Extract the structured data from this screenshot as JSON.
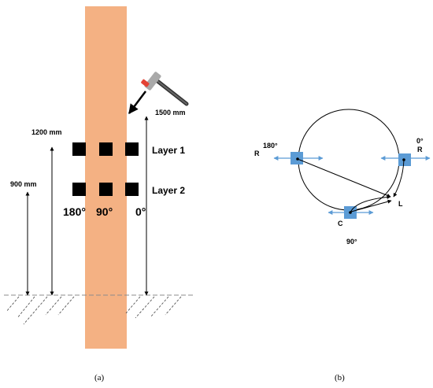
{
  "panel_a": {
    "dimension_1500": "1500 mm",
    "dimension_1200": "1200 mm",
    "dimension_900": "900 mm",
    "layer_1": "Layer 1",
    "layer_2": "Layer 2",
    "angle_180": "180°",
    "angle_90": "90°",
    "angle_0": "0°",
    "caption": "(a)",
    "colors": {
      "pile": "#f4b183",
      "sensor": "#000000",
      "ground": "#8c8c8c"
    },
    "icons": [
      "hammer-icon"
    ]
  },
  "panel_b": {
    "label_180": "180°",
    "label_R_left": "R",
    "label_0": "0°",
    "label_R_right": "R",
    "label_L": "L",
    "label_C": "C",
    "label_90": "90°",
    "caption": "(b)",
    "colors": {
      "sensor": "#5b9bd5",
      "arrow": "#5b9bd5"
    }
  }
}
